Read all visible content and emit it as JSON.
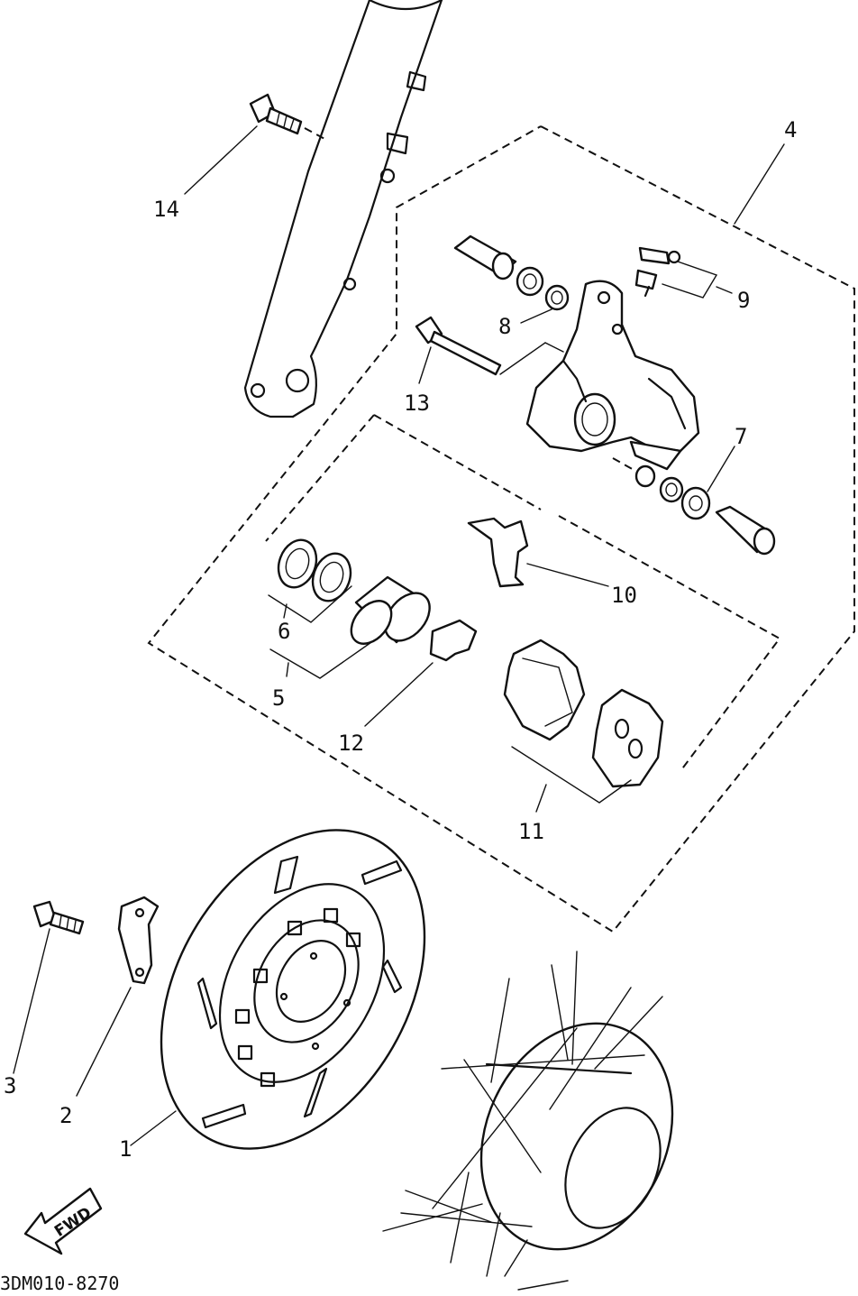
{
  "labels": {
    "p1": "1",
    "p2": "2",
    "p3": "3",
    "p4": "4",
    "p5": "5",
    "p6": "6",
    "p7": "7",
    "p8": "8",
    "p9": "9",
    "p10": "10",
    "p11": "11",
    "p12": "12",
    "p13": "13",
    "p14": "14"
  },
  "fwd": "FWD",
  "drawing_code": "3DM010-8270"
}
